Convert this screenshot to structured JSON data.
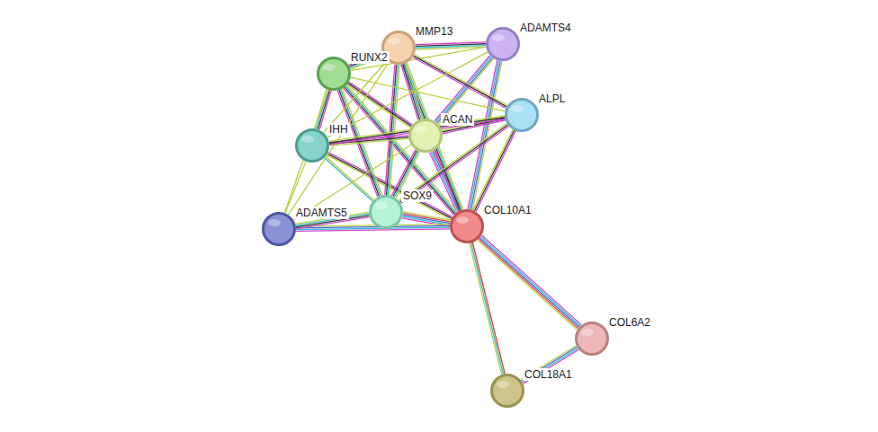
{
  "diagram": {
    "nodes": [
      {
        "text": [
          "MMP13"
        ]
      },
      {
        "text": [
          "ADAMTS4"
        ]
      },
      {
        "text": [
          "RUNX2"
        ]
      },
      {
        "text": [
          "ALPL"
        ]
      },
      {
        "text": [
          "ACAN"
        ]
      },
      {
        "text": [
          "IHH"
        ]
      },
      {
        "text": [
          "SOX9"
        ]
      },
      {
        "text": [
          "COL10A1"
        ]
      },
      {
        "text": [
          "ADAMTS5"
        ]
      },
      {
        "text": [
          "COL6A2"
        ]
      },
      {
        "text": [
          "COL18A1"
        ]
      }
    ],
    "edges": [
      {
        "from": 7,
        "to": 9,
        "arrow": "none"
      },
      {
        "from": 7,
        "to": 10,
        "arrow": "none"
      },
      {
        "from": 9,
        "to": 10,
        "arrow": "none"
      },
      {
        "from": 7,
        "to": 6,
        "arrow": "none"
      },
      {
        "from": 7,
        "to": 4,
        "arrow": "none"
      },
      {
        "from": 7,
        "to": 2,
        "arrow": "none"
      },
      {
        "from": 7,
        "to": 0,
        "arrow": "none"
      },
      {
        "from": 7,
        "to": 1,
        "arrow": "none"
      },
      {
        "from": 7,
        "to": 3,
        "arrow": "none"
      },
      {
        "from": 7,
        "to": 5,
        "arrow": "none"
      },
      {
        "from": 7,
        "to": 8,
        "arrow": "none"
      },
      {
        "from": 6,
        "to": 4,
        "arrow": "none"
      },
      {
        "from": 6,
        "to": 2,
        "arrow": "none"
      },
      {
        "from": 6,
        "to": 0,
        "arrow": "none"
      },
      {
        "from": 6,
        "to": 5,
        "arrow": "none"
      },
      {
        "from": 6,
        "to": 8,
        "arrow": "none"
      },
      {
        "from": 6,
        "to": 3,
        "arrow": "none"
      },
      {
        "from": 4,
        "to": 0,
        "arrow": "none"
      },
      {
        "from": 4,
        "to": 1,
        "arrow": "none"
      },
      {
        "from": 4,
        "to": 3,
        "arrow": "none"
      },
      {
        "from": 4,
        "to": 5,
        "arrow": "none"
      },
      {
        "from": 4,
        "to": 2,
        "arrow": "none"
      },
      {
        "from": 4,
        "to": 8,
        "arrow": "none"
      },
      {
        "from": 2,
        "to": 0,
        "arrow": "none"
      },
      {
        "from": 2,
        "to": 5,
        "arrow": "none"
      },
      {
        "from": 2,
        "to": 8,
        "arrow": "none"
      },
      {
        "from": 2,
        "to": 3,
        "arrow": "none"
      },
      {
        "from": 2,
        "to": 1,
        "arrow": "none"
      },
      {
        "from": 0,
        "to": 1,
        "arrow": "none"
      },
      {
        "from": 0,
        "to": 5,
        "arrow": "none"
      },
      {
        "from": 0,
        "to": 3,
        "arrow": "none"
      },
      {
        "from": 0,
        "to": 8,
        "arrow": "none"
      },
      {
        "from": 5,
        "to": 8,
        "arrow": "none"
      },
      {
        "from": 5,
        "to": 3,
        "arrow": "none"
      },
      {
        "from": 5,
        "to": 1,
        "arrow": "none"
      }
    ]
  }
}
